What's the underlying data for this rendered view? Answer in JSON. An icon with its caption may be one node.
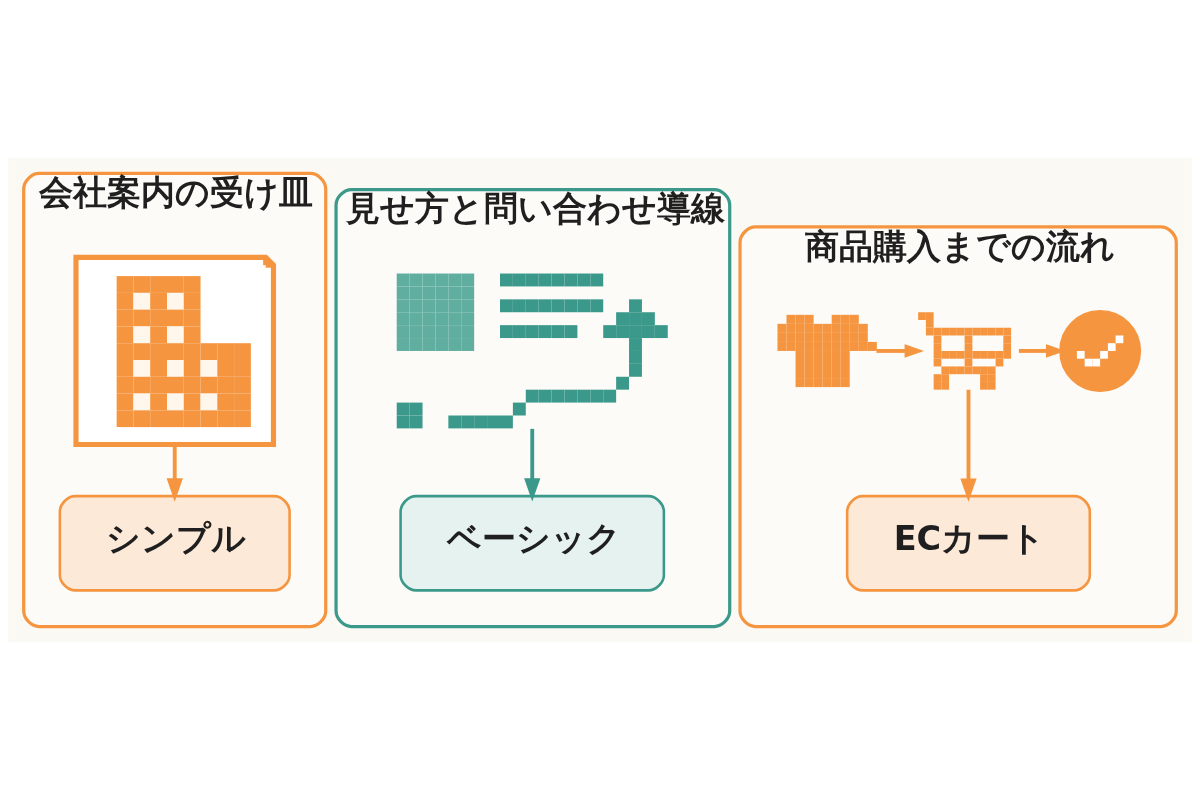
{
  "diagram": {
    "nodes": [
      {
        "text": [
          "会社案内の受け皿"
        ]
      },
      {
        "text": [],
        "shape": "picture",
        "in": 0
      },
      {
        "text": [
          "シンプル"
        ],
        "in": 0
      },
      {
        "text": [
          "見せ方と問い合わせ導線"
        ]
      },
      {
        "text": [],
        "shape": "picture",
        "in": 3
      },
      {
        "text": [
          "ベーシック"
        ],
        "in": 3
      },
      {
        "text": [
          "商品購入までの流れ"
        ]
      },
      {
        "text": [],
        "shape": "picture",
        "in": 6
      },
      {
        "text": [],
        "shape": "picture",
        "in": 6
      },
      {
        "text": [],
        "shape": "picture",
        "in": 6
      },
      {
        "text": [
          "ECカート"
        ],
        "in": 6
      }
    ],
    "edges": [
      {
        "from": 1,
        "to": 2,
        "arrow": "to"
      },
      {
        "from": 4,
        "to": 5,
        "arrow": "to",
        "color": "#3b998b"
      },
      {
        "from": 7,
        "to": 8,
        "arrow": "to"
      },
      {
        "from": 8,
        "to": 9,
        "arrow": "to"
      },
      {
        "from": 8,
        "to": 10,
        "arrow": "to"
      }
    ]
  }
}
